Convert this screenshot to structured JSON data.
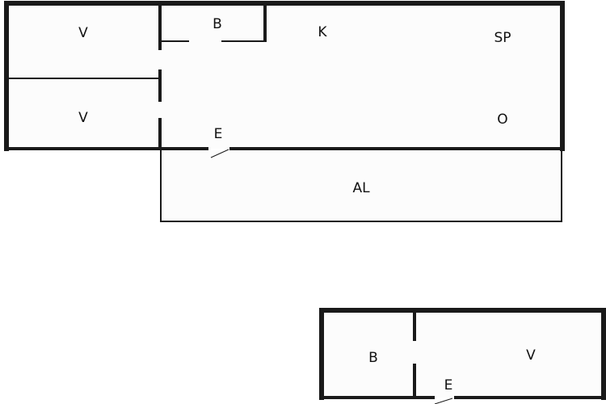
{
  "floor_1": {
    "rooms": {
      "bedroom_1": "V",
      "bedroom_2": "V",
      "bathroom": "B",
      "kitchen": "K",
      "dining": "SP",
      "living": "O",
      "entrance": "E",
      "balcony": "AL"
    }
  },
  "floor_2": {
    "rooms": {
      "bathroom": "B",
      "bedroom": "V",
      "entrance": "E"
    }
  }
}
